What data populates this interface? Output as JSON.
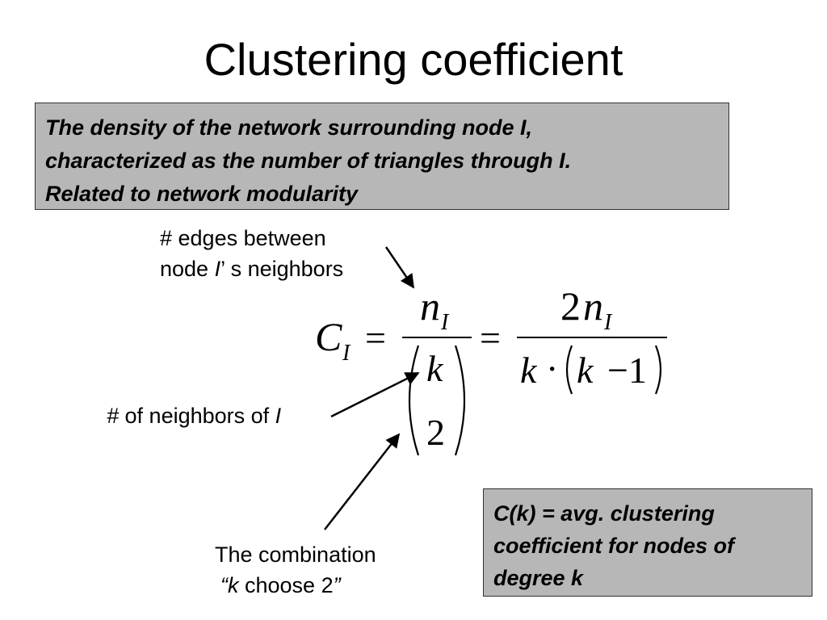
{
  "slide": {
    "title": "Clustering coefficient",
    "definition": {
      "line1": "The density of the network surrounding node I,",
      "line2": "characterized as the number of triangles through I.",
      "line3": "Related to network modularity"
    },
    "annotations": {
      "edges_line1": "# edges between",
      "edges_line2_prefix": "node ",
      "edges_line2_var": "I",
      "edges_line2_suffix": "’ s neighbors",
      "neighbors_hash": "#",
      "neighbors_text": " of neighbors of ",
      "neighbors_var": "I",
      "combination_line1": "The combination",
      "combination_open": "“",
      "combination_var": "k",
      "combination_text": " choose 2",
      "combination_close": "”"
    },
    "formula": {
      "C": "C",
      "sub_I": "I",
      "equals": "=",
      "n": "n",
      "k": "k",
      "two": "2",
      "k_minus": "−1",
      "dot": "·"
    },
    "ck_box": {
      "line1": "C(k) = avg. clustering",
      "line2": "coefficient for nodes of",
      "line3": "degree k"
    }
  }
}
